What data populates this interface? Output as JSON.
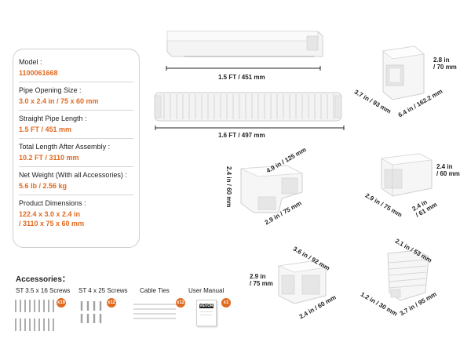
{
  "specs": [
    {
      "label": "Model :",
      "value": "1100061668"
    },
    {
      "label": "Pipe Opening Size :",
      "value": "3.0 x 2.4 in / 75 x 60 mm"
    },
    {
      "label": "Straight Pipe Length :",
      "value": "1.5 FT / 451 mm"
    },
    {
      "label": "Total Length After Assembly :",
      "value": "10.2 FT / 3110 mm"
    },
    {
      "label": "Net Weight (With all Accessories) :",
      "value": "5.6 lb / 2.56 kg"
    },
    {
      "label": "Product Dimensions  :",
      "value": "122.4 x 3.0 x 2.4 in\n/ 3110 x 75 x 60 mm"
    }
  ],
  "dims": {
    "straight_pipe": "1.5 FT / 451 mm",
    "flex_pipe": "1.6 FT / 497 mm",
    "wall_cover_h": "2.8 in\n/ 70 mm",
    "wall_cover_w": "3.7 in / 93 mm",
    "wall_cover_l": "6.4 in / 162.2 mm",
    "elbow_top": "4.9 in / 125 mm",
    "elbow_h": "2.4 in / 60 mm",
    "elbow_w": "2.9 in / 75 mm",
    "coupler_h": "2.4 in\n/ 60 mm",
    "coupler_w": "2.9 in / 75 mm",
    "coupler_d": "2.4 in\n/ 61 mm",
    "tee_top": "3.6 in / 92 mm",
    "tee_h": "2.9 in\n/ 75 mm",
    "tee_w": "2.4 in / 60 mm",
    "end_top": "2.1 in / 53 mm",
    "end_bottom": "1.2 in / 30 mm",
    "end_l": "3.7 in / 95 mm"
  },
  "accessories": {
    "title": "Accessories：",
    "items": [
      {
        "label": "ST 3.5 x 16 Screws",
        "count": "x19"
      },
      {
        "label": "ST 4 x 25 Screws",
        "count": "x12"
      },
      {
        "label": "Cable Ties",
        "count": "x12"
      },
      {
        "label": "User Manual",
        "count": "x1"
      }
    ],
    "manual_brand": "VEVOR"
  }
}
